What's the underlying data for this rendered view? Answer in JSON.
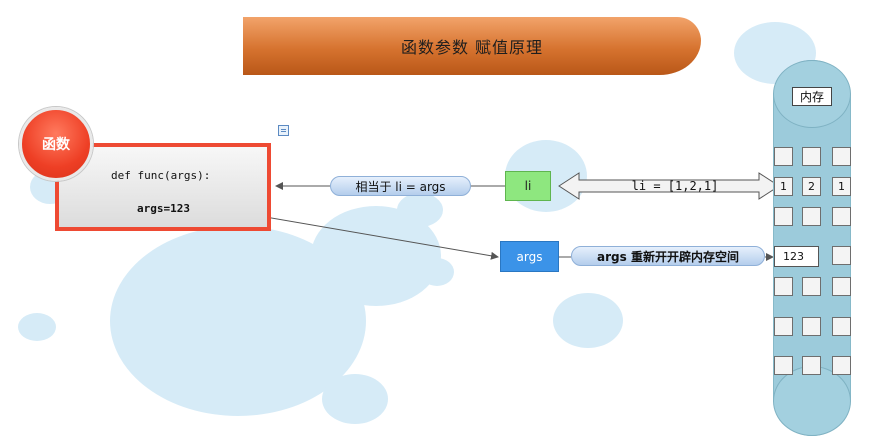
{
  "title": "函数参数 赋值原理",
  "function": {
    "badge": "函数",
    "code_line1": "def func(args):",
    "code_line2": "args=123"
  },
  "pills": {
    "equivalent": "相当于 li = args",
    "reopen": "args 重新开开辟内存空间"
  },
  "boxes": {
    "li": "li",
    "args": "args"
  },
  "arrow_label": "li = [1,2,1]",
  "memory": {
    "label": "内存",
    "row_values": [
      "1",
      "2",
      "1"
    ],
    "new_value": "123"
  },
  "colors": {
    "banner": "#d6732f",
    "function_border": "#ee4a33",
    "badge": "#ee3f25",
    "li_box": "#8ee77f",
    "args_box": "#3b93e8",
    "memory_column": "#9ccbdb",
    "bubble": "#d6ebf7"
  }
}
